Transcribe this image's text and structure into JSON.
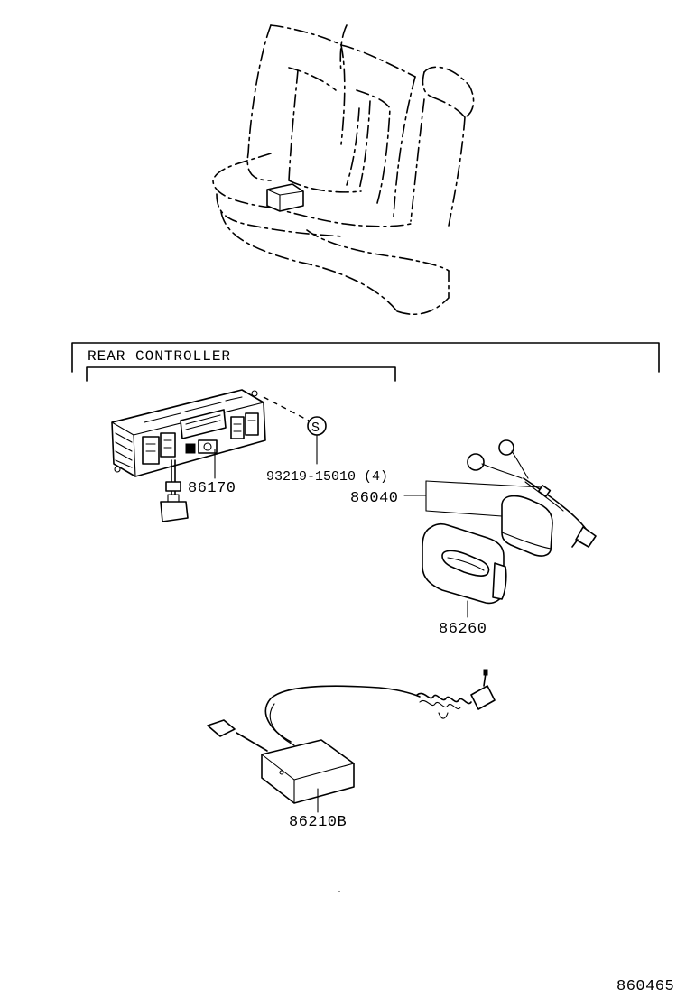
{
  "section_title": "REAR CONTROLLER",
  "parts": {
    "controller": "86170",
    "screw": "93219-15010 (4)",
    "screw_symbol": "S",
    "headphones": "86040",
    "headphone_case": "86260",
    "receiver": "86210B"
  },
  "diagram_number": "860465"
}
